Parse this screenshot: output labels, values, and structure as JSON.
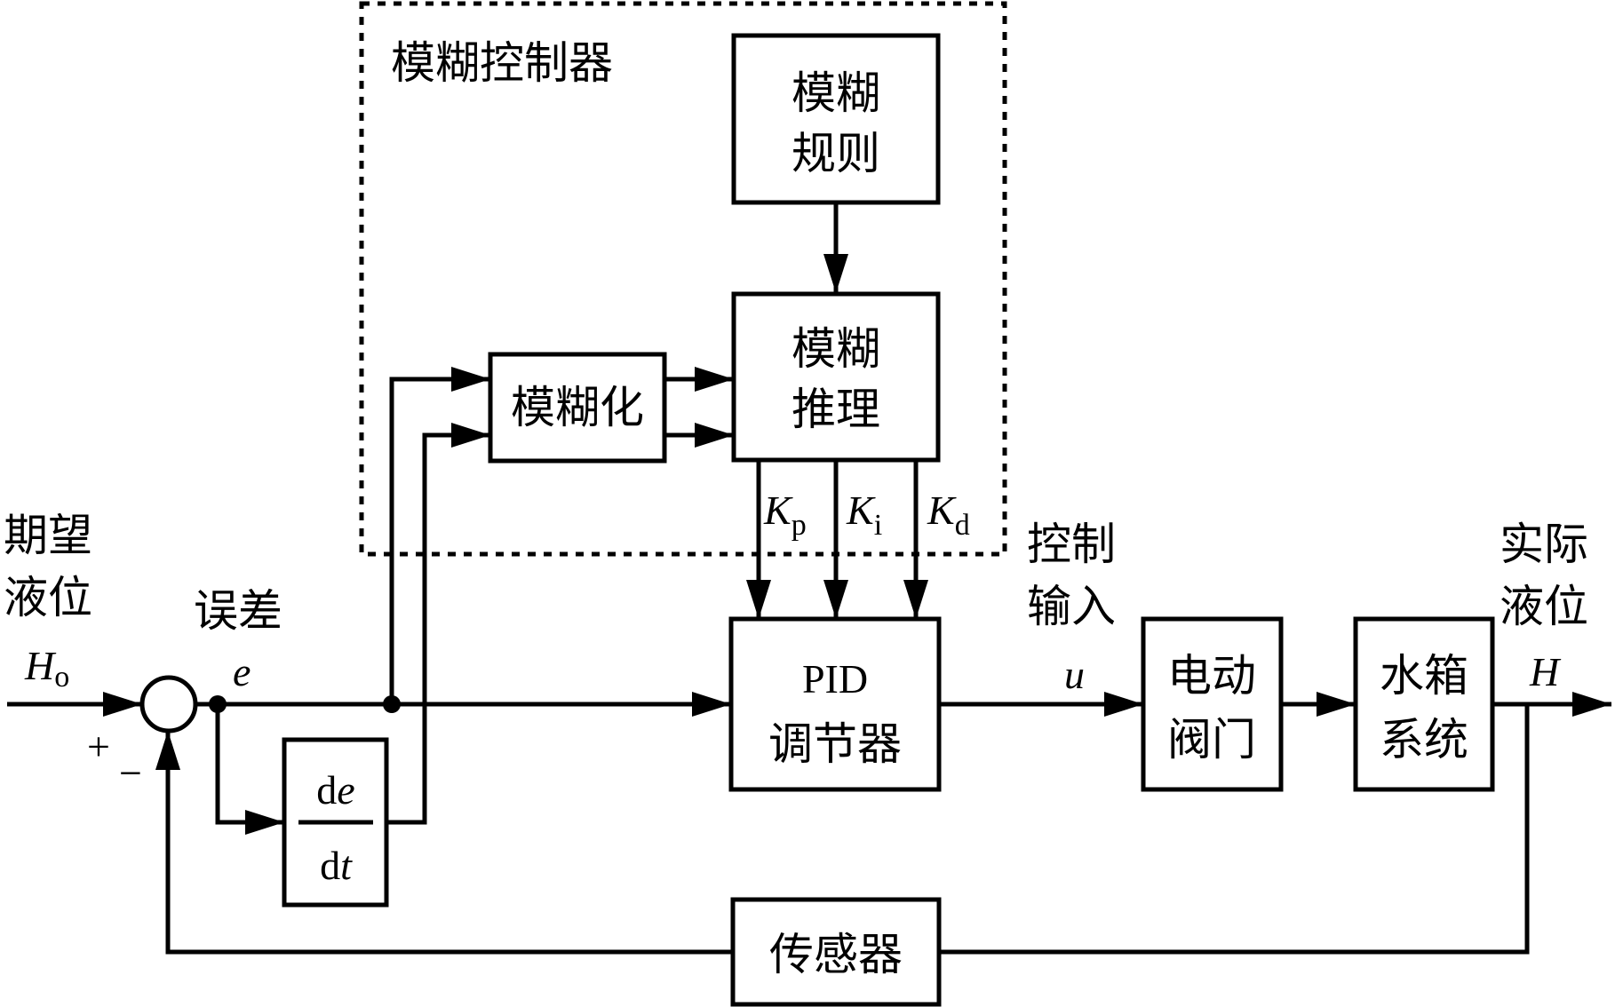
{
  "diagram": {
    "fuzzy_controller": {
      "title": "模糊控制器",
      "rules_block": [
        "模糊",
        "规则"
      ],
      "fuzzification_block": "模糊化",
      "inference_block": [
        "模糊",
        "推理"
      ],
      "outputs": [
        {
          "main": "K",
          "sub": "p"
        },
        {
          "main": "K",
          "sub": "i"
        },
        {
          "main": "K",
          "sub": "d"
        }
      ]
    },
    "input_label": [
      "期望",
      "液位"
    ],
    "input_symbol": {
      "main": "H",
      "sub": "o"
    },
    "error_label": "误差",
    "error_symbol": "e",
    "plus_sign": "+",
    "minus_sign": "−",
    "derivative_block": {
      "numerator_d": "d",
      "numerator_var": "e",
      "denominator_d": "d",
      "denominator_var": "t"
    },
    "pid_block": [
      "PID",
      "调节器"
    ],
    "control_label": [
      "控制",
      "输入"
    ],
    "control_symbol": "u",
    "valve_block": [
      "电动",
      "阀门"
    ],
    "tank_block": [
      "水箱",
      "系统"
    ],
    "output_label": [
      "实际",
      "液位"
    ],
    "output_symbol": "H",
    "sensor_block": "传感器"
  }
}
